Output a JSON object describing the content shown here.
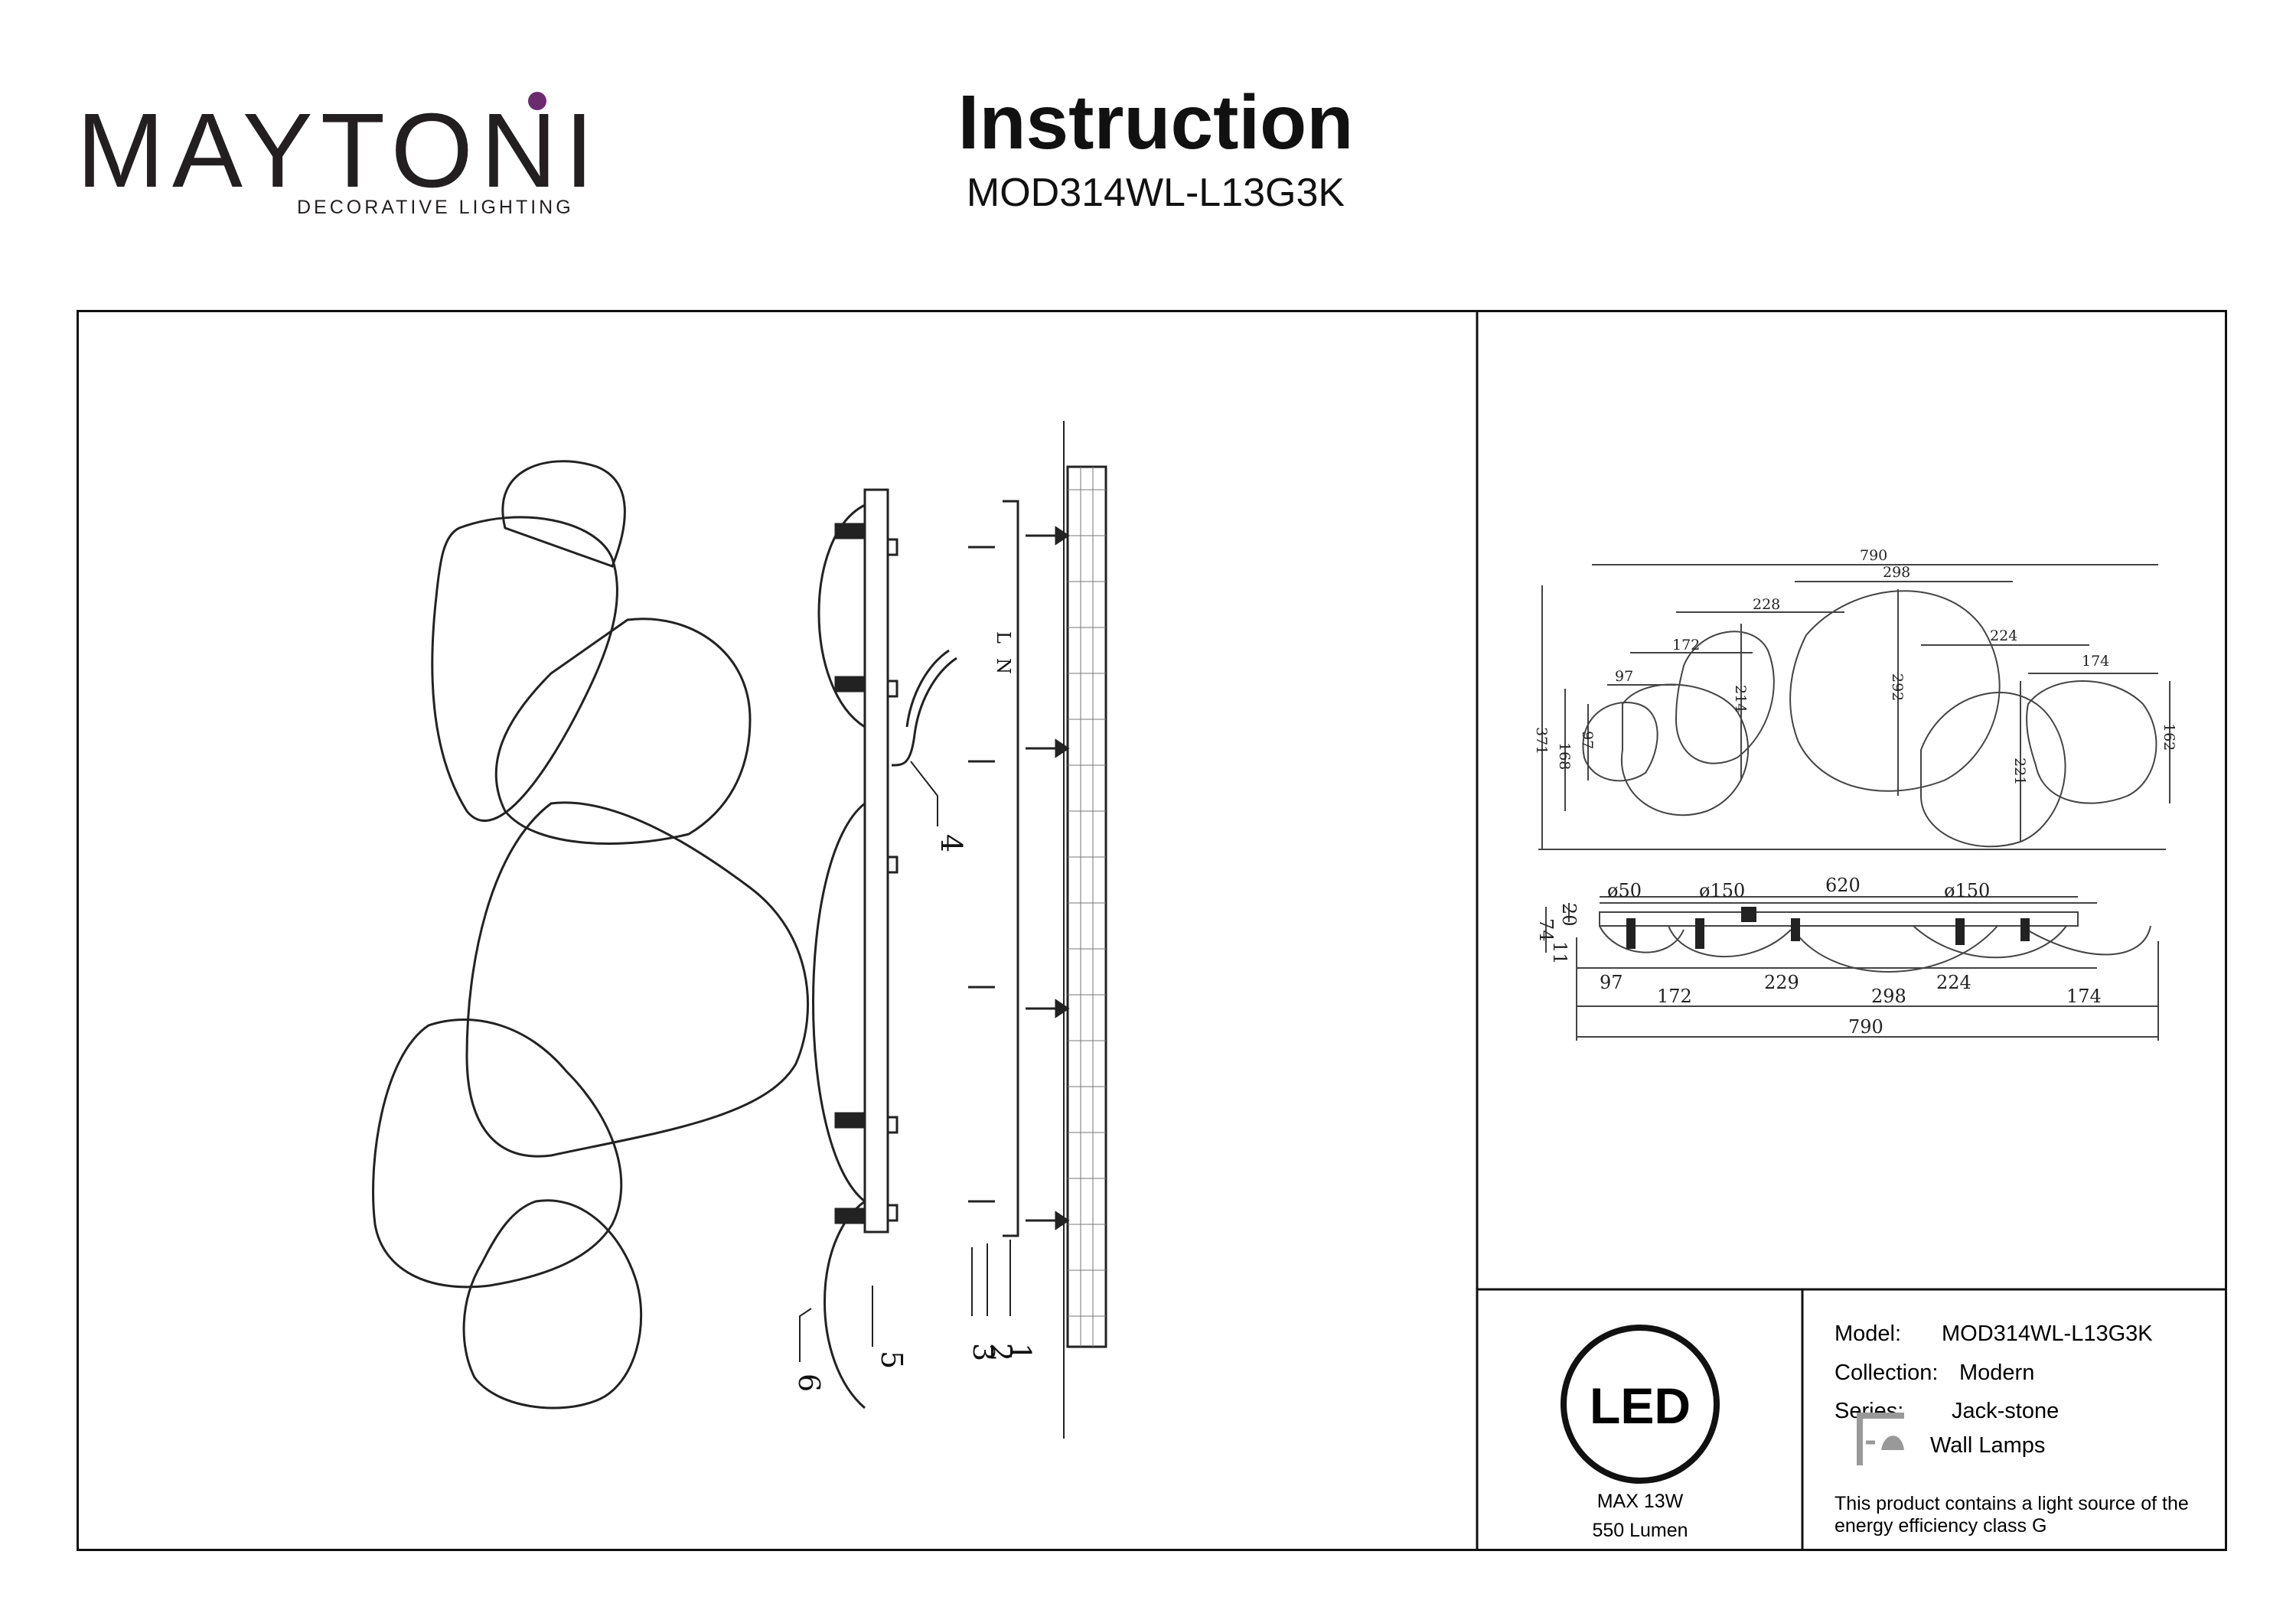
{
  "brand": {
    "name": "MAYTONI",
    "tagline": "DECORATIVE LIGHTING",
    "accent_color": "#6d2b6f"
  },
  "header": {
    "title": "Instruction",
    "model": "MOD314WL-L13G3K"
  },
  "assembly": {
    "wiring_labels": [
      "L",
      "N"
    ],
    "callouts": [
      "1",
      "2",
      "3",
      "4",
      "5",
      "6"
    ]
  },
  "dimensions": {
    "front": [
      "790",
      "298",
      "228",
      "224",
      "172",
      "174",
      "97",
      "371",
      "168",
      "97",
      "214",
      "292",
      "221",
      "162"
    ],
    "side_top": [
      "620",
      "ø50",
      "ø150",
      "ø150"
    ],
    "side_left": [
      "74",
      "20",
      "11"
    ],
    "side_bottom_row1": [
      "97",
      "229",
      "224"
    ],
    "side_bottom_row2": [
      "172",
      "298",
      "174"
    ],
    "side_total": "790"
  },
  "specs": {
    "led_badge": "LED",
    "power": "MAX 13W",
    "lumen": "550 Lumen",
    "model_label": "Model:",
    "model_value": "MOD314WL-L13G3K",
    "collection_label": "Collection:",
    "collection_value": "Modern",
    "series_label": "Series:",
    "series_value": "Jack-stone",
    "category_icon": "wall-lamp-icon",
    "category": "Wall Lamps",
    "energy_line1": "This product contains a light source of the",
    "energy_line2": "energy efficiency class G"
  }
}
